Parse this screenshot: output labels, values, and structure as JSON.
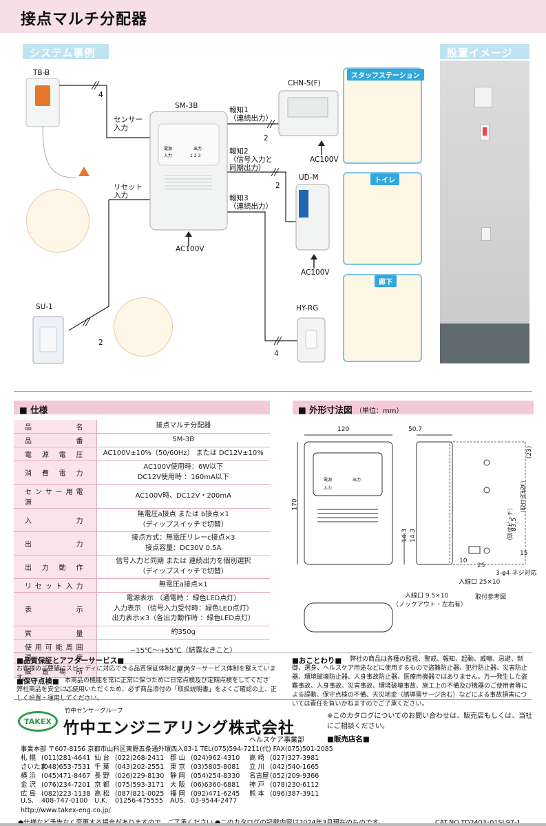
{
  "title": "接点マルチ分配器",
  "system_example": {
    "heading": "システム事例",
    "devices": {
      "tb_b": "TB-B",
      "sm_3b": "SM-3B",
      "chn_5f": "CHN-5(F)",
      "ud_m": "UD-M",
      "su_1": "SU-1",
      "hy_rg": "HY-RG"
    },
    "labels": {
      "sensor_in_1": "センサー",
      "sensor_in_2": "入力",
      "reset_in_1": "リセット",
      "reset_in_2": "入力",
      "notify1_1": "報知1",
      "notify1_2": "（連続出力）",
      "notify2_1": "報知2",
      "notify2_2": "（信号入力と",
      "notify2_3": "同期出力）",
      "notify3_1": "報知3",
      "notify3_2": "（連続出力）",
      "ac_sm": "AC100V",
      "ac_chn": "AC100V",
      "ac_ud": "AC100V"
    },
    "wire_counts": {
      "tb": "4",
      "chn": "2",
      "ud": "2",
      "su": "2",
      "hy": "4"
    },
    "device_text": {
      "power": "電源",
      "input": "入力",
      "output": "出力",
      "outs": "1 2 3"
    },
    "scenes": {
      "staff": "スタッフステーション",
      "toilet": "トイレ",
      "corridor": "廊下"
    }
  },
  "install_image": {
    "heading": "設置イメージ"
  },
  "spec": {
    "heading": "仕様",
    "rows": [
      {
        "k": "品名",
        "v": [
          "接点マルチ分配器"
        ]
      },
      {
        "k": "品番",
        "v": [
          "SM-3B"
        ]
      },
      {
        "k": "電源電圧",
        "v": [
          "AC100V±10%（50/60Hz） または DC12V±10%"
        ]
      },
      {
        "k": "消費電力",
        "v": [
          "AC100V使用時：6W以下",
          "DC12V使用時 ：160mA以下"
        ]
      },
      {
        "k": "センサー用電源",
        "v": [
          "AC100V時、DC12V・200mA"
        ]
      },
      {
        "k": "入力",
        "v": [
          "無電圧a接点 または b接点×1",
          "（ディップスイッチで切替）"
        ]
      },
      {
        "k": "出力",
        "v": [
          "接点方式：無電圧リレーc接点×3",
          "接点容量：DC30V 0.5A"
        ]
      },
      {
        "k": "出力動作",
        "v": [
          "信号入力と同期 または 連続出力を個別選択",
          "（ディップスイッチで切替）"
        ]
      },
      {
        "k": "リセット入力",
        "v": [
          "無電圧a接点×1"
        ]
      },
      {
        "k": "表示",
        "v": [
          "電源表示 （通電時 ：緑色LED点灯）",
          "入力表示 （信号入力受付時：緑色LED点灯）",
          "出力表示×3（各出力動作時 ：緑色LED点灯）"
        ]
      },
      {
        "k": "質量",
        "v": [
          "約350g"
        ]
      },
      {
        "k": "使用可能周囲温度",
        "v": [
          "−15℃～+55℃（結露なきこと）"
        ]
      },
      {
        "k": "設置場所",
        "v": [
          "屋内"
        ]
      }
    ]
  },
  "dimensions": {
    "heading": "外形寸法図",
    "unit": "（単位：mm）",
    "w120": "120",
    "d507": "50.7",
    "h170": "170",
    "d143a": "14.3",
    "d143b": "14.3",
    "r23": "(23)",
    "r132": "132",
    "r132_note": "（取付ピッチ）",
    "r835": "83.5",
    "r835_note": "（取付ピッチ）",
    "r15": "15",
    "r25": "25",
    "r10": "10",
    "screw": "3-φ4 ネジ対応",
    "entry": "入線口 25×10",
    "knock1": "入線口 9.5×10",
    "knock2": "（ノックアウト・左右有）",
    "ref": "取付参考図",
    "leds_power": "電源",
    "leds_input": "入力",
    "leds_output": "出力"
  },
  "notes": {
    "quality_head": "■品質保証とアフターサービス■",
    "quality_text": "お客様のご要望にスピーディに対応できる品質保証体制とアフターサービス体制を整えています。",
    "maint_head": "■保守点検■",
    "maint_text1": "本商品の機能を常に正常に保つために日常点検及び定期点検をしてください。",
    "maint_text2": "弊社商品を安全にご使用いただくため、必ず商品添付の「取扱説明書」をよくご確認の上、正しく設置・運用してください。",
    "notice_head": "■おことわり■",
    "notice_text": "弊社の商品は各種の監視、警戒、報知、起動、威嚇、忌避、制御、選身、ヘルスケア用途などに使用するもので盗難防止器、犯行防止器、災害防止器、環境破壊防止器、人身事故防止器、医療用機器ではありません。万一発生した盗難事故、人身事故、災害事故、環境破壊事故、施工上の不備及び機器のご使用者等による誤動、保守点検の不備、天災地変（誘導雷サージ含む）などによる事故損害については責任を負いかねますのでご了承ください。"
  },
  "company": {
    "logo": "TAKEX",
    "group": "竹中センサーグループ",
    "name": "竹中エンジニアリング株式会社",
    "dept": "ヘルスケア事業部",
    "hq": "事業本部 〒607-8156 京都市山科区東野五条通外環西入83-1 TEL(075)594-7211(代) FAX(075)501-2085",
    "offices": [
      [
        "札 幌",
        "(011)281-4641",
        "仙 台",
        "(022)268-2411",
        "郡 山",
        "(024)962-4310",
        "高 崎",
        "(027)327-3981"
      ],
      [
        "さいたま",
        "(048)653-7531",
        "千 葉",
        "(043)202-2551",
        "東 京",
        "(03)5805-8081",
        "立 川",
        "(042)540-1665"
      ],
      [
        "横 浜",
        "(045)471-8467",
        "長 野",
        "(026)229-8130",
        "静 岡",
        "(054)254-8330",
        "名古屋",
        "(052)209-9366"
      ],
      [
        "金 沢",
        "(076)234-7201",
        "京 都",
        "(075)593-3171",
        "大 阪",
        "(06)6360-6881",
        "神 戸",
        "(078)230-6112"
      ],
      [
        "広 島",
        "(082)223-1138",
        "高 松",
        "(087)821-0025",
        "福 岡",
        "(092)471-6245",
        "熊 本",
        "(096)387-3911"
      ],
      [
        "U.S.",
        "408-747-0100",
        "U.K.",
        "01256-475555",
        "AUS.",
        "03-9544-2477",
        "",
        ""
      ]
    ],
    "website": "http://www.takex-eng.co.jp/"
  },
  "contact": {
    "note": "※このカタログについてのお問い合わせは、販売店もしくは、当社にご相談ください。",
    "dealer": "■販売店名■"
  },
  "footer": {
    "left": "●仕様など予告なく変更する場合がありますので、ご了承ください。",
    "middle": "●このカタログの記載内容は2024年3月現在のものです。",
    "right": "CAT.NO.TD2403･01SL97-1"
  }
}
